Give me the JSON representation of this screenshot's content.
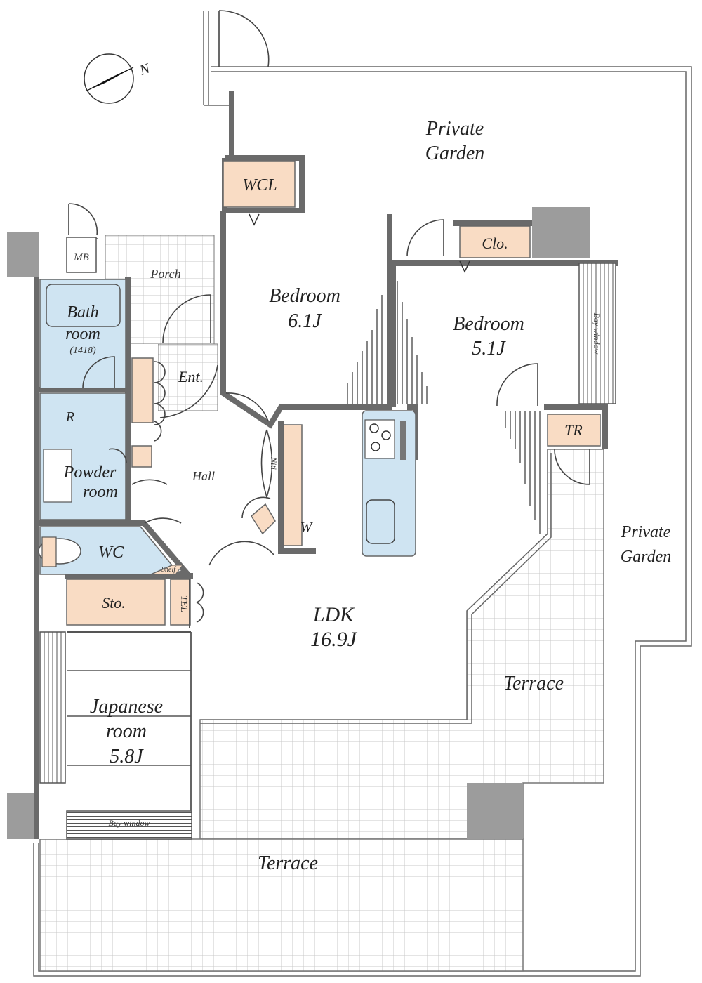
{
  "compass": {
    "label": "N"
  },
  "rooms": {
    "private_garden_top": {
      "line1": "Private",
      "line2": "Garden"
    },
    "private_garden_right": {
      "line1": "Private",
      "line2": "Garden"
    },
    "wcl": "WCL",
    "clo": "Clo.",
    "mb": "MB",
    "porch": "Porch",
    "bedroom1": {
      "name": "Bedroom",
      "size": "6.1J"
    },
    "bedroom2": {
      "name": "Bedroom",
      "size": "5.1J"
    },
    "bay_window_right": "Bay window",
    "bay_window_bottom": "Bay window",
    "bath": {
      "line1": "Bath",
      "line2": "room",
      "line3": "(1418)"
    },
    "ent": "Ent.",
    "r": "R",
    "powder": {
      "line1": "Powder",
      "line2": "room"
    },
    "hall": "Hall",
    "niti": "Niti",
    "tr": "TR",
    "w": "W",
    "wc": "WC",
    "shelf": "Shelf",
    "sto": "Sto.",
    "tel": "TEL",
    "ldk": {
      "name": "LDK",
      "size": "16.9J"
    },
    "terrace_right": "Terrace",
    "terrace_bottom": "Terrace",
    "japanese": {
      "line1": "Japanese",
      "line2": "room",
      "line3": "5.8J"
    }
  },
  "colors": {
    "wet_area": "#cfe4f2",
    "storage": "#f9dcc4",
    "wall": "#9c9c9c",
    "tile_grid": "#c8c8c8"
  }
}
